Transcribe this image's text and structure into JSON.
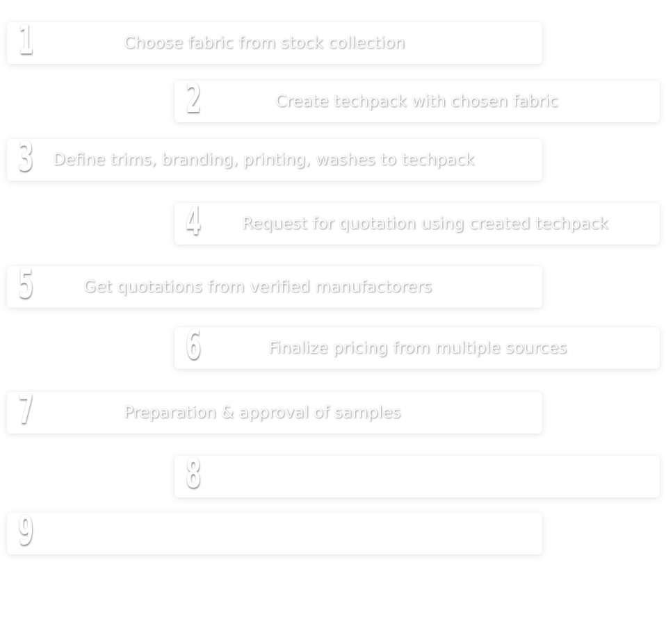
{
  "steps": [
    {
      "number": "1",
      "label": "Choose fabric from stock collection"
    },
    {
      "number": "2",
      "label": "Create techpack with chosen fabric"
    },
    {
      "number": "3",
      "label": "Define trims, branding, printing, washes to techpack"
    },
    {
      "number": "4",
      "label": "Request for  quotation using created techpack"
    },
    {
      "number": "5",
      "label": "Get quotations from verified manufactorers"
    },
    {
      "number": "6",
      "label": "Finalize pricing from multiple sources"
    },
    {
      "number": "7",
      "label": "Preparation & approval of samples"
    },
    {
      "number": "8",
      "label": ""
    },
    {
      "number": "9",
      "label": ""
    }
  ]
}
